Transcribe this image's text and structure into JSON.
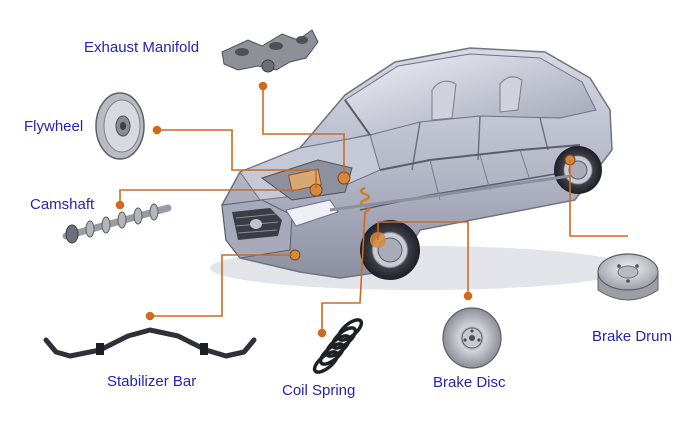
{
  "labels": {
    "exhaust_manifold": "Exhaust  Manifold",
    "flywheel": "Flywheel",
    "camshaft": "Camshaft",
    "stabilizer_bar": "Stabilizer Bar",
    "coil_spring": "Coil Spring",
    "brake_disc": "Brake Disc",
    "brake_drum": "Brake Drum"
  },
  "colors": {
    "label_text": "#2323b4",
    "leader_line": "#d2691e",
    "car_body": "#b9bccb",
    "car_dark": "#5a5d6c",
    "background": "#ffffff"
  }
}
